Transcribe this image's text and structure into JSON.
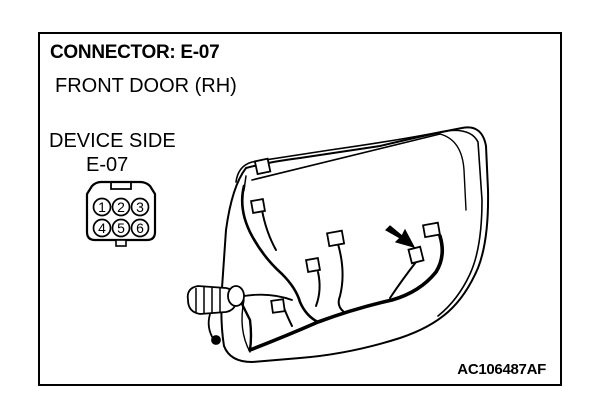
{
  "connector": {
    "title": "CONNECTOR: E-07",
    "location": "FRONT DOOR (RH)",
    "view": "DEVICE SIDE",
    "code": "E-07",
    "pins": [
      "1",
      "2",
      "3",
      "4",
      "5",
      "6"
    ]
  },
  "figure_id": "AC106487AF",
  "icons": {
    "connector_face": "connector-face-icon",
    "door": "door-panel-drawing",
    "pointer": "arrow-icon"
  }
}
